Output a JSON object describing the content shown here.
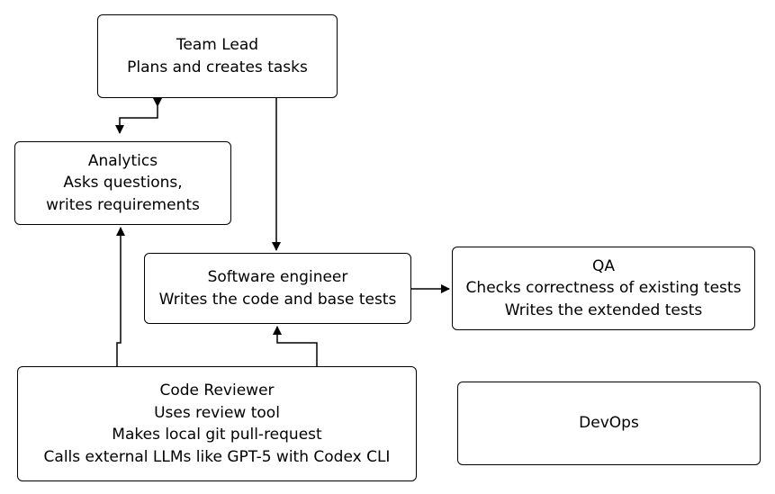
{
  "nodes": {
    "team_lead": {
      "title": "Team Lead",
      "lines": [
        "Plans and creates tasks"
      ]
    },
    "analytics": {
      "title": "Analytics",
      "lines": [
        "Asks questions,",
        "writes requirements"
      ]
    },
    "software_engineer": {
      "title": "Software engineer",
      "lines": [
        "Writes the code and base tests"
      ]
    },
    "qa": {
      "title": "QA",
      "lines": [
        "Checks correctness of existing tests",
        "Writes the extended tests"
      ]
    },
    "code_reviewer": {
      "title": "Code Reviewer",
      "lines": [
        "Uses review tool",
        "Makes local git pull-request",
        "Calls external LLMs like GPT-5 with Codex CLI"
      ]
    },
    "devops": {
      "title": "DevOps",
      "lines": []
    }
  },
  "edges": [
    {
      "from": "team_lead",
      "to": "analytics",
      "bidirectional": true
    },
    {
      "from": "team_lead",
      "to": "software_engineer",
      "bidirectional": false
    },
    {
      "from": "software_engineer",
      "to": "qa",
      "bidirectional": false
    },
    {
      "from": "code_reviewer",
      "to": "analytics",
      "bidirectional": false
    },
    {
      "from": "code_reviewer",
      "to": "software_engineer",
      "bidirectional": false
    }
  ],
  "colors": {
    "stroke": "#000000",
    "background": "#ffffff"
  }
}
